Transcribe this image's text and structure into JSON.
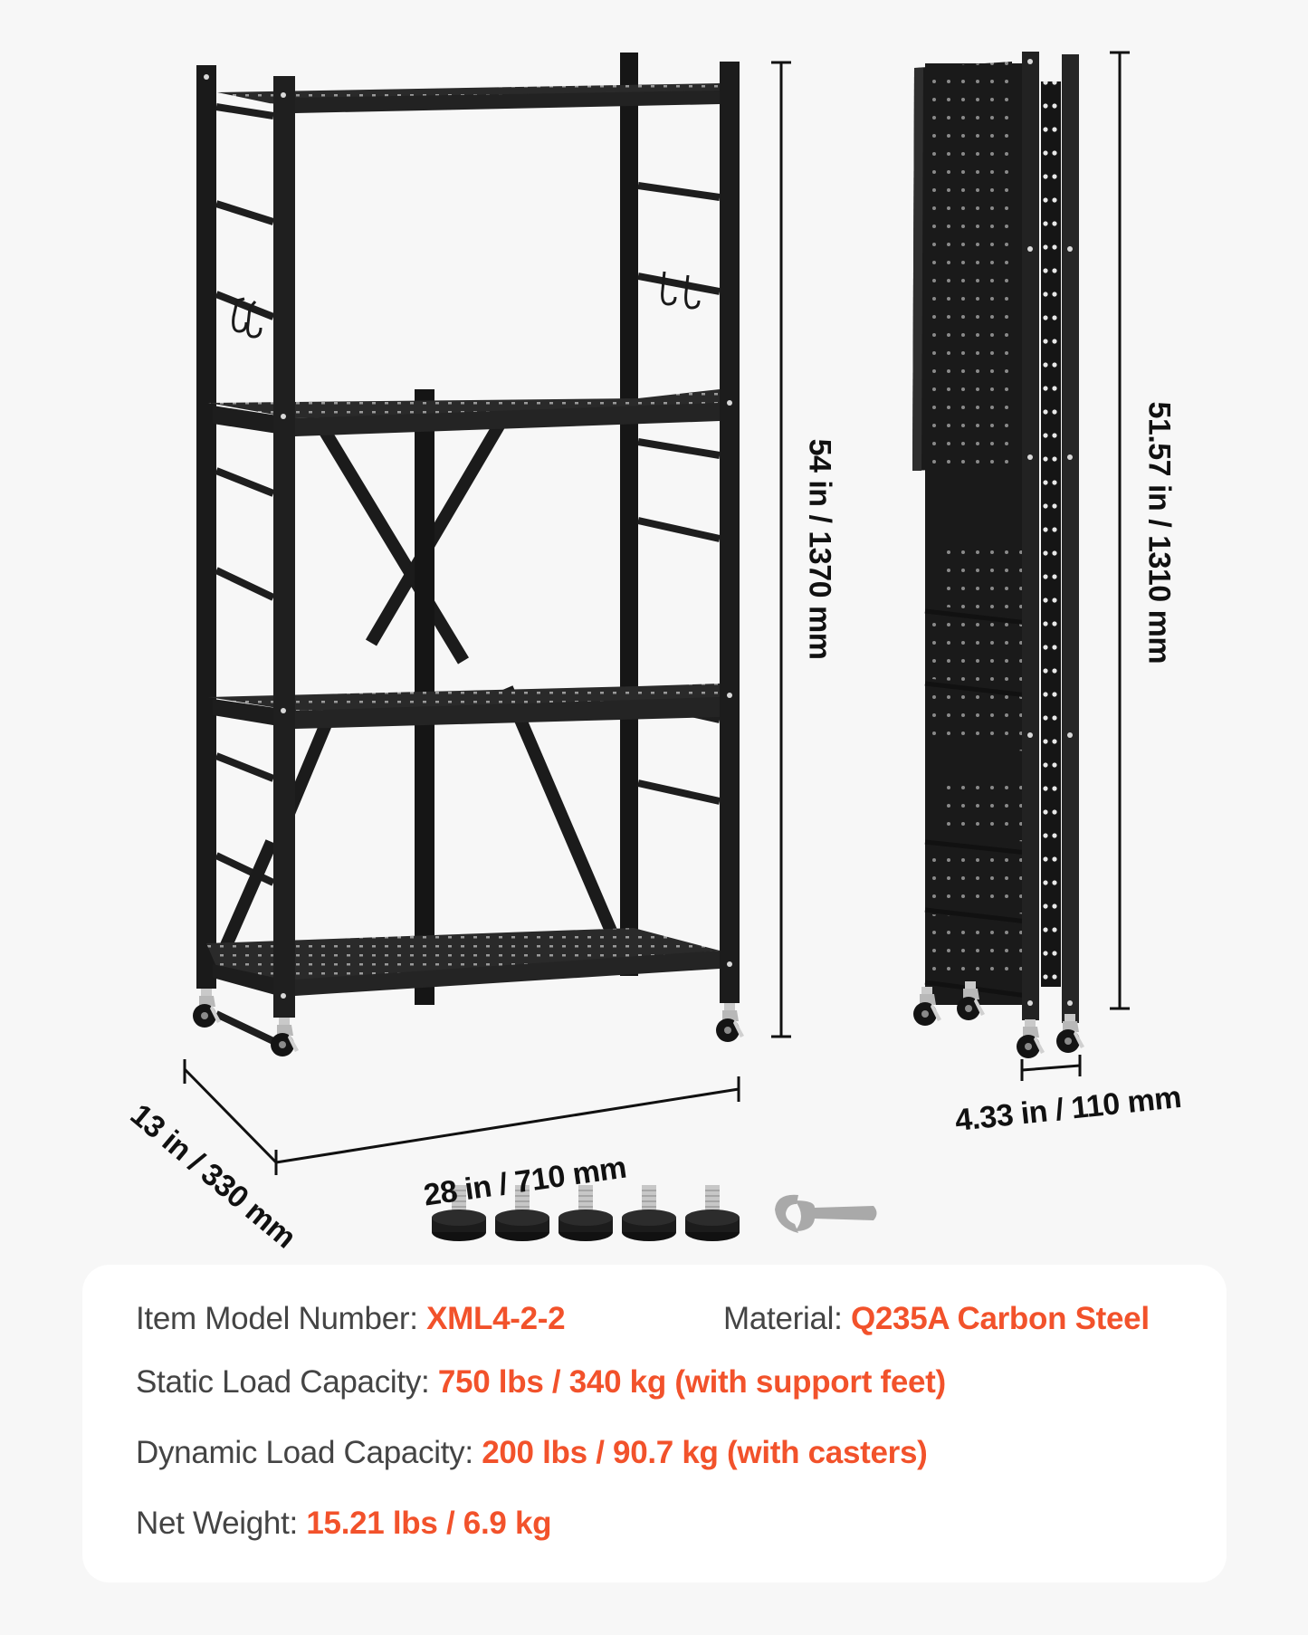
{
  "colors": {
    "background": "#f7f7f7",
    "card": "#ffffff",
    "label_text": "#444444",
    "value_accent": "#f2522b",
    "dimension_text": "#111111",
    "metal": "#1e1e1e"
  },
  "dimensions": {
    "height_unfolded": "54 in / 1370 mm",
    "height_folded": "51.57 in / 1310 mm",
    "width": "28 in / 710 mm",
    "depth": "13 in / 330 mm",
    "folded_depth": "4.33 in / 110 mm"
  },
  "accessories": {
    "support_feet_count": 5,
    "items": [
      "support-foot",
      "support-foot",
      "support-foot",
      "support-foot",
      "support-foot",
      "wrench"
    ]
  },
  "specs": {
    "model": {
      "label": "Item Model Number:",
      "value": "XML4-2-2"
    },
    "material": {
      "label": "Material:",
      "value": "Q235A Carbon Steel"
    },
    "static_load": {
      "label": "Static Load Capacity:",
      "value": "750 lbs / 340 kg (with support feet)"
    },
    "dynamic_load": {
      "label": "Dynamic Load Capacity:",
      "value": "200 lbs / 90.7 kg (with casters)"
    },
    "net_weight": {
      "label": "Net Weight:",
      "value": "15.21 lbs / 6.9 kg"
    }
  }
}
